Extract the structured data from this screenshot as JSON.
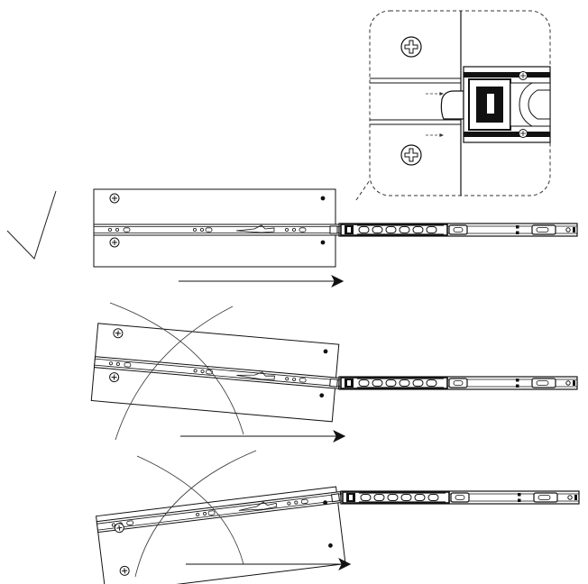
{
  "figure": {
    "panels": [
      {
        "id": "correct",
        "verdict": "correct",
        "mark": "check-icon",
        "drawer_tilt_deg": 0
      },
      {
        "id": "wrong-tilt-down",
        "verdict": "incorrect",
        "mark": "cross-lines",
        "drawer_tilt_deg": 5
      },
      {
        "id": "wrong-tilt-up",
        "verdict": "incorrect",
        "mark": "cross-lines",
        "drawer_tilt_deg": -7
      }
    ],
    "detail_callout": {
      "style": "dashed-rounded",
      "shows": "slide-release-lever-closeup"
    },
    "push_direction": "right",
    "colors": {
      "ink": "#111111",
      "paper": "#ffffff",
      "dash": "#333333"
    }
  }
}
